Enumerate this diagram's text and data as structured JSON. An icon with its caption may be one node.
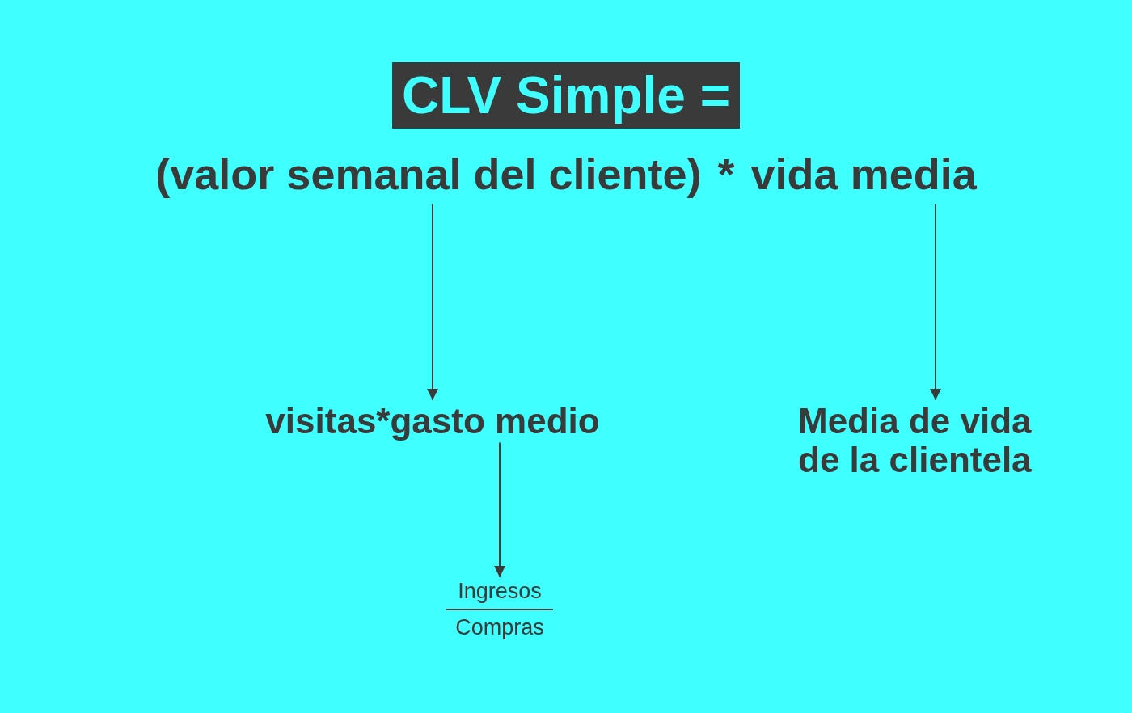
{
  "diagram": {
    "title": "CLV Simple =",
    "nodes": [
      {
        "text": [
          "(valor semanal del cliente)"
        ]
      },
      {
        "text": [
          "vida media"
        ]
      },
      {
        "text": [
          "visitas*gasto medio"
        ]
      },
      {
        "text": [
          "Media de vida de la clientela"
        ]
      },
      {
        "text": [
          "Ingresos",
          "Compras"
        ]
      }
    ],
    "edges": [
      {
        "from": 0,
        "to": 2,
        "arrow": "to"
      },
      {
        "from": 1,
        "to": 3,
        "arrow": "to"
      },
      {
        "from": 2,
        "to": 4,
        "arrow": "to"
      }
    ],
    "labels": [
      "*"
    ]
  }
}
